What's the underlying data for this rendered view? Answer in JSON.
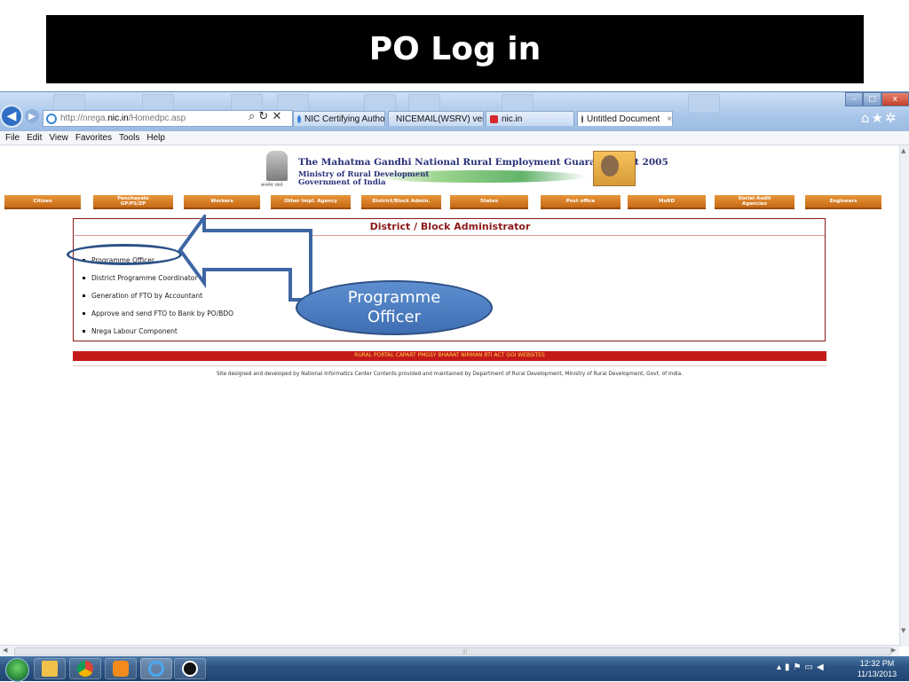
{
  "slide": {
    "title": "PO Log in"
  },
  "browser": {
    "address": {
      "prefix": "http://nrega.",
      "host": "nic.in",
      "path": "/Homedpc.asp"
    },
    "tabs": [
      {
        "label": "NIC Certifying Authority",
        "icon": "ie-icon"
      },
      {
        "label": "NICEMAIL(WSRV) ver S...",
        "icon": "mail-icon"
      },
      {
        "label": "nic.in",
        "icon": "nic-icon"
      },
      {
        "label": "Untitled Document",
        "icon": "loading-icon",
        "close": "×"
      }
    ],
    "menu": [
      "File",
      "Edit",
      "View",
      "Favorites",
      "Tools",
      "Help"
    ]
  },
  "header": {
    "act_title": "The Mahatma Gandhi National Rural Employment Guarantee Act 2005",
    "ministry": "Ministry of Rural Development",
    "government": "Government of India",
    "emblem_caption": "सत्यमेव जयते"
  },
  "nav": {
    "items": [
      {
        "line1": "Citizen",
        "line2": ""
      },
      {
        "line1": "Panchayats",
        "line2": "GP/PS/ZP"
      },
      {
        "line1": "Workers",
        "line2": ""
      },
      {
        "line1": "Other Impl. Agency",
        "line2": ""
      },
      {
        "line1": "District/Block Admin.",
        "line2": ""
      },
      {
        "line1": "States",
        "line2": ""
      },
      {
        "line1": "Post office",
        "line2": ""
      },
      {
        "line1": "MoRD",
        "line2": ""
      },
      {
        "line1": "Social Audit",
        "line2": "Agencies"
      },
      {
        "line1": "Engineers",
        "line2": ""
      }
    ]
  },
  "panel": {
    "title": "District / Block Administrator",
    "items": [
      "Programme Officer",
      "District Programme Coordinator",
      "Generation of FTO by Accountant",
      "Approve and send FTO to Bank by PO/BDO",
      "Nrega Labour Component"
    ]
  },
  "footer": {
    "links": "RURAL PORTAL  CAPART  PMGSY BHARAT NIRMAN RTI ACT  GOI WEBSITES",
    "credit": "Site designed and developed by National Informatics Center Contents provided and maintained by Department of Rural Development, Ministry of Rural Development, Govt. of India."
  },
  "annotation": {
    "callout_line1": "Programme",
    "callout_line2": "Officer"
  },
  "taskbar": {
    "time": "12:32 PM",
    "date": "11/13/2013"
  },
  "colors": {
    "nav_orange": "#d97a22",
    "panel_border": "#8b1a1a",
    "footer_red": "#c41a1a",
    "callout_blue": "#4f7fc2"
  }
}
